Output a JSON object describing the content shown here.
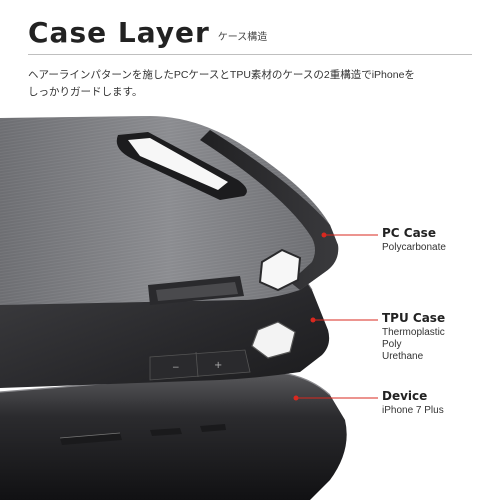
{
  "header": {
    "title": "Case Layer",
    "subtitle": "ケース構造",
    "description_line1": "ヘアーラインパターンを施したPCケースとTPU素材のケースの2重構造でiPhoneを",
    "description_line2": "しっかりガードします。"
  },
  "callouts": {
    "pc_case": {
      "title": "PC Case",
      "subtitle": "Polycarbonate"
    },
    "tpu_case": {
      "title": "TPU Case",
      "lines": [
        "Thermoplastic",
        "Poly",
        "Urethane"
      ]
    },
    "device": {
      "title": "Device",
      "subtitle": "iPhone 7 Plus"
    }
  },
  "button_labels": {
    "minus": "−",
    "plus": "+"
  },
  "colors": {
    "accent": "#d9281f",
    "text": "#222222",
    "rule": "#bfbfbf"
  }
}
